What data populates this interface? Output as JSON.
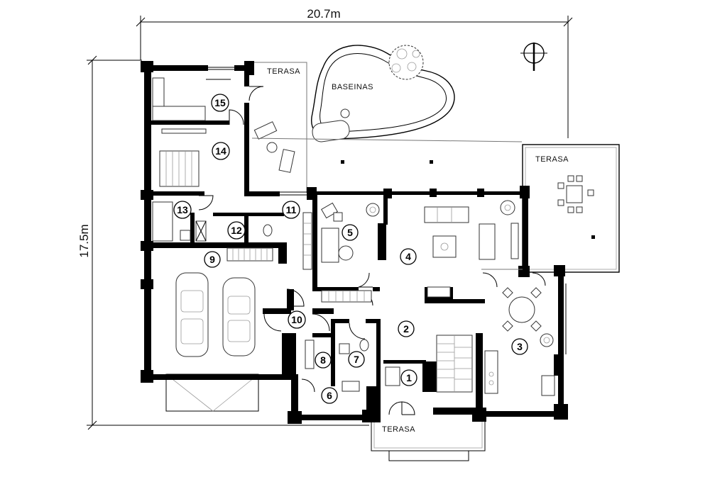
{
  "dimensions": {
    "width_label": "20.7m",
    "depth_label": "17.5m"
  },
  "outdoor_labels": {
    "pool": "BASEINAS",
    "terrace_north": "TERASA",
    "terrace_east": "TERASA",
    "terrace_south": "TERASA"
  },
  "rooms": [
    "1",
    "2",
    "3",
    "4",
    "5",
    "6",
    "7",
    "8",
    "9",
    "10",
    "11",
    "12",
    "13",
    "14",
    "15"
  ],
  "icons": {
    "north_arrow": "compass-north-icon"
  }
}
